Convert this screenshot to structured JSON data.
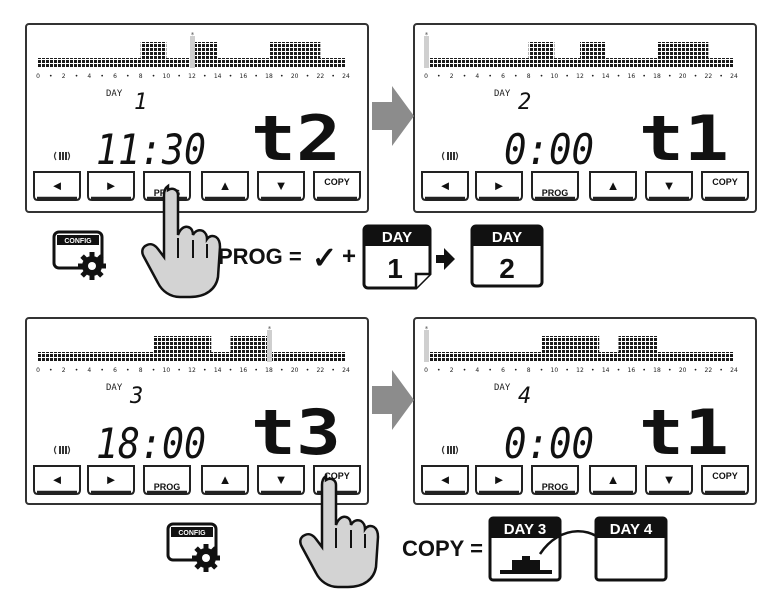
{
  "panels": [
    {
      "day_label": "DAY",
      "day_value": "1",
      "time": "11:30",
      "period": "t2",
      "buttons": {
        "left": "◄",
        "right": "►",
        "prog": "PROG",
        "up": "▲",
        "down": "▼",
        "copy": "COPY"
      },
      "hour_ticks": [
        "0",
        "2",
        "4",
        "6",
        "8",
        "10",
        "12",
        "14",
        "16",
        "18",
        "20",
        "22",
        "24"
      ],
      "high_segments": [
        [
          8,
          10
        ],
        [
          12,
          14
        ],
        [
          18,
          22
        ]
      ],
      "marker_hour": 12
    },
    {
      "day_label": "DAY",
      "day_value": "2",
      "time": "0:00",
      "period": "t1",
      "buttons": {
        "left": "◄",
        "right": "►",
        "prog": "PROG",
        "up": "▲",
        "down": "▼",
        "copy": "COPY"
      },
      "hour_ticks": [
        "0",
        "2",
        "4",
        "6",
        "8",
        "10",
        "12",
        "14",
        "16",
        "18",
        "20",
        "22",
        "24"
      ],
      "high_segments": [
        [
          8,
          10
        ],
        [
          12,
          14
        ],
        [
          18,
          22
        ]
      ],
      "marker_hour": 0
    },
    {
      "day_label": "DAY",
      "day_value": "3",
      "time": "18:00",
      "period": "t3",
      "buttons": {
        "left": "◄",
        "right": "►",
        "prog": "PROG",
        "up": "▲",
        "down": "▼",
        "copy": "COPY"
      },
      "hour_ticks": [
        "0",
        "2",
        "4",
        "6",
        "8",
        "10",
        "12",
        "14",
        "16",
        "18",
        "20",
        "22",
        "24"
      ],
      "high_segments": [
        [
          9,
          13.5
        ],
        [
          15,
          18
        ]
      ],
      "marker_hour": 18
    },
    {
      "day_label": "DAY",
      "day_value": "4",
      "time": "0:00",
      "period": "t1",
      "buttons": {
        "left": "◄",
        "right": "►",
        "prog": "PROG",
        "up": "▲",
        "down": "▼",
        "copy": "COPY"
      },
      "hour_ticks": [
        "0",
        "2",
        "4",
        "6",
        "8",
        "10",
        "12",
        "14",
        "16",
        "18",
        "20",
        "22",
        "24"
      ],
      "high_segments": [
        [
          9,
          13.5
        ],
        [
          15,
          18
        ]
      ],
      "marker_hour": 0
    }
  ],
  "config_icon_label": "CONFIG",
  "prog_equation": {
    "lhs": "PROG =",
    "check": "✓",
    "plus": "+",
    "day_label": "DAY",
    "from_day": "1",
    "to_day": "2"
  },
  "copy_equation": {
    "lhs": "COPY =",
    "from_day": "DAY 3",
    "to_day": "DAY 4"
  }
}
